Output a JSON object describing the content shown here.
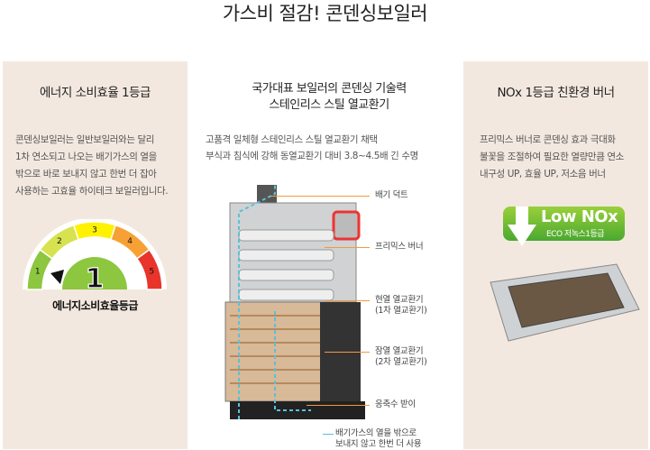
{
  "header": {
    "title": "가스비 절감!  콘덴싱보일러"
  },
  "left": {
    "title": "에너지 소비효율 1등급",
    "lines": [
      "콘덴싱보일러는 일반보일러와는 달리",
      "1차 연소되고 나오는 배기가스의 열을",
      "밖으로 바로 보내지 않고 한번 더 잡아",
      "사용하는 고효율 하이테크 보일러입니다."
    ],
    "gauge": {
      "grades": [
        "1",
        "2",
        "3",
        "4",
        "5"
      ],
      "colors": [
        "#8dc63f",
        "#d7e24f",
        "#fff200",
        "#f7a134",
        "#e8342a"
      ],
      "current_grade": "1",
      "label": "에너지소비효율등급"
    }
  },
  "center": {
    "title_lines": [
      "국가대표 보일러의 콘덴싱 기술력",
      "스테인리스 스틸 열교환기"
    ],
    "lines": [
      "고품격 일체형 스테인리스 스틸 열교환기 채택",
      "부식과 침식에 강해 동열교환기 대비 3.8~4.5배 긴 수명"
    ],
    "callouts": [
      {
        "l1": "배기 덕트",
        "l2": ""
      },
      {
        "l1": "프리믹스 버너",
        "l2": ""
      },
      {
        "l1": "현열 열교환기",
        "l2": "(1차 열교환기)"
      },
      {
        "l1": "잠열 열교환기",
        "l2": "(2차 열교환기)"
      },
      {
        "l1": "응축수 받이",
        "l2": ""
      },
      {
        "l1": "배기가스의 열을 밖으로",
        "l2": "보내지 않고 한번 더 사용"
      }
    ],
    "accent": "#f39a3c",
    "flow_color": "#5bc0d8"
  },
  "right": {
    "title": "NOx 1등급 친환경 버너",
    "lines": [
      "프리믹스 버너로 콘덴싱 효과 극대화",
      "불꽃을 조절하여 필요한 열량만큼 연소",
      "내구성 UP, 효율 UP, 저소음 버너"
    ],
    "badge": {
      "title": "Low NOx",
      "subtitle": "ECO 저녹스1등급",
      "color": "#5cb531"
    }
  }
}
